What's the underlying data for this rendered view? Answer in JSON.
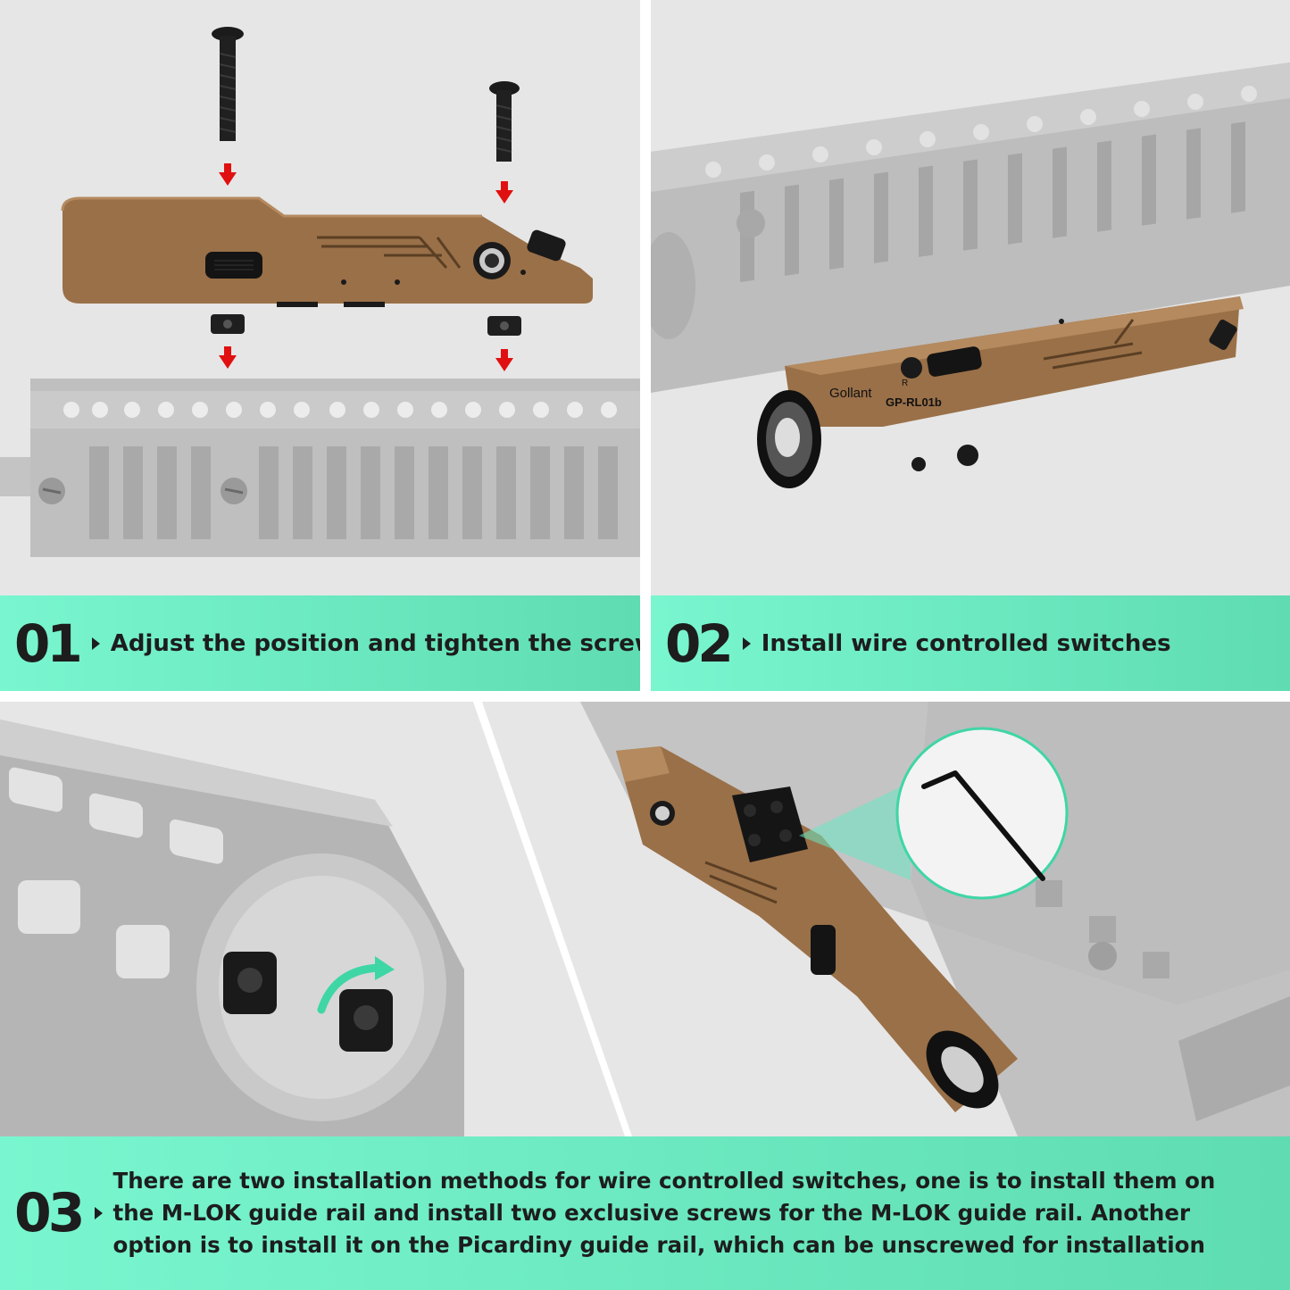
{
  "steps": [
    {
      "number": "01",
      "caption": "Adjust the position and tighten the screws"
    },
    {
      "number": "02",
      "caption": "Install wire controlled switches"
    },
    {
      "number": "03",
      "caption": "There are two installation methods for wire controlled switches, one is to install them on the M-LOK guide rail and install two exclusive screws for the M-LOK guide rail. Another option is to install it on the Picardiny guide rail, which can be unscrewed for installation"
    }
  ],
  "product": {
    "brand": "Gollant",
    "model": "GP-RL01b",
    "mark": "R"
  },
  "colors": {
    "band_start": "#79f6cf",
    "band_end": "#5fdcb1",
    "body_tan": "#9a7048",
    "rail_gray": "#b9b9b9",
    "arrow_red": "#e01010",
    "accent_teal": "#3fd6a6"
  },
  "icons": [
    "screw-icon",
    "down-arrow-icon",
    "rotate-arrow-icon",
    "hex-key-icon",
    "play-arrow-icon"
  ]
}
